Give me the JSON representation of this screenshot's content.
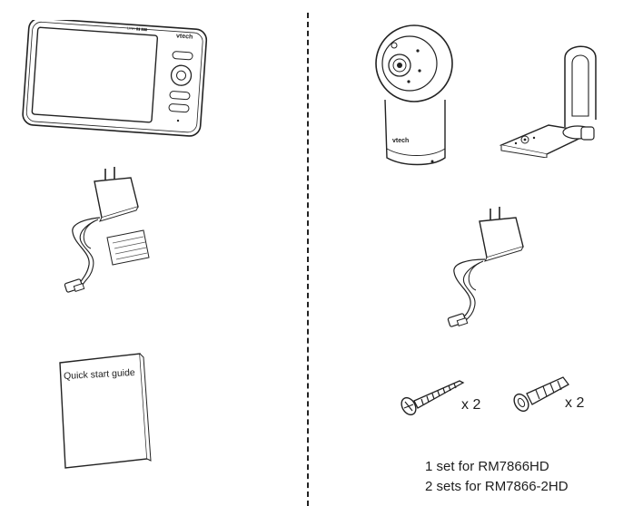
{
  "manual": {
    "monitor": {
      "brand": "vtech",
      "status_text": "LINK ▮▮ ▮▮▮"
    },
    "guide": {
      "title": "Quick start guide"
    },
    "camera": {
      "brand": "vtech"
    },
    "screws": {
      "qty_label": "x 2"
    },
    "anchors": {
      "qty_label": "x 2"
    },
    "sets": {
      "line1": "1 set for RM7866HD",
      "line2": "2 sets for RM7866-2HD"
    }
  }
}
